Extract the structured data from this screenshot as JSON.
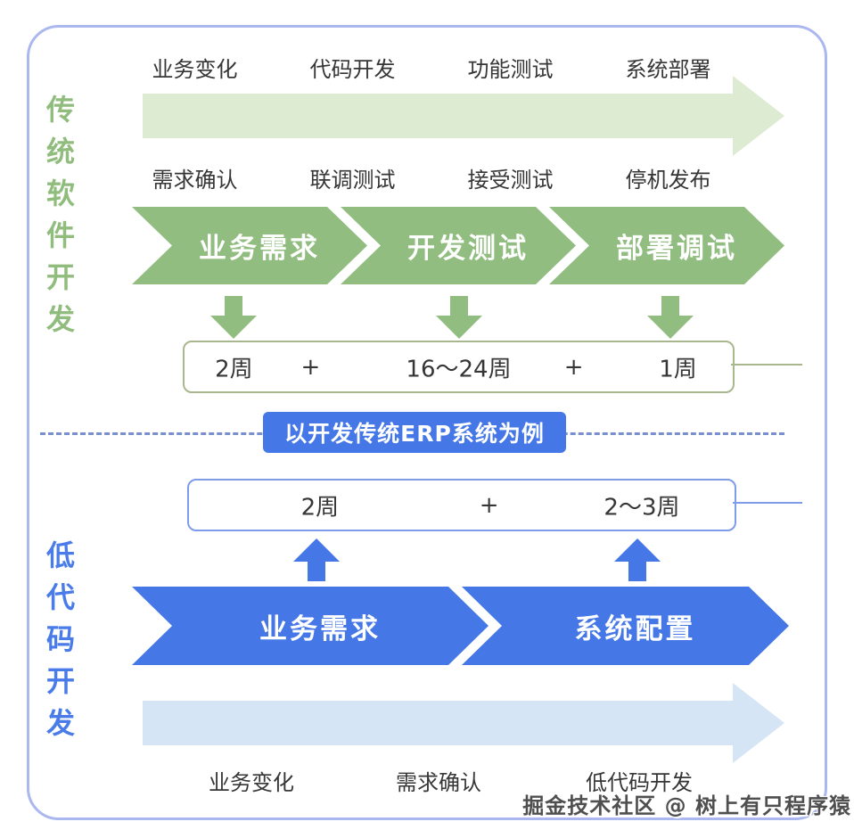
{
  "colors": {
    "frame": "#abb7ef",
    "green": "#92bd80",
    "green_light": "#dcebd1",
    "box1_border": "#a9b78f",
    "blue": "#4577e7",
    "blue_light": "#d5e5f6",
    "box2_border": "#7e9ce9",
    "dash": "#7a8fcd",
    "side_green": "#90bd7e",
    "side_blue": "#4a7ce9",
    "text": "#363636",
    "watermark": "#4f4f4f"
  },
  "traditional": {
    "side_label": "传统软件开发",
    "labels_above": [
      "业务变化",
      "代码开发",
      "功能测试",
      "系统部署"
    ],
    "labels_below": [
      "需求确认",
      "联调测试",
      "接受测试",
      "停机发布"
    ],
    "stages": [
      "业务需求",
      "开发测试",
      "部署调试"
    ],
    "durations": {
      "cells": [
        "2周",
        "+",
        "16～24周",
        "+",
        "1周"
      ]
    }
  },
  "divider": {
    "badge": "以开发传统ERP系统为例"
  },
  "lowcode": {
    "side_label": "低代码开发",
    "durations": {
      "cells": [
        "2周",
        "+",
        "2～3周"
      ]
    },
    "stages": [
      "业务需求",
      "系统配置"
    ],
    "labels_below": [
      "业务变化",
      "需求确认",
      "低代码开发"
    ]
  },
  "watermark": "掘金技术社区 @ 树上有只程序猿"
}
